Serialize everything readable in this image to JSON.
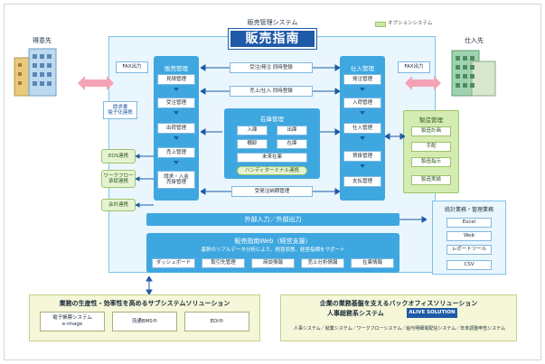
{
  "system_title": "販売管理システム",
  "logo_text": "販売指南",
  "legend": {
    "label": "オプションシステム",
    "color": "#cfe7a5"
  },
  "customer": {
    "label": "得意先",
    "icon": "building-icon"
  },
  "supplier": {
    "label": "仕入先",
    "icon": "building-icon"
  },
  "fax_left": "FAX出力",
  "fax_right": "FAX出力",
  "sales_lane": {
    "title": "販売管理",
    "items": [
      "見積管理",
      "受注管理",
      "出荷管理",
      "売上管理",
      "請求・入金\n売掛管理"
    ]
  },
  "purchase_lane": {
    "title": "仕入管理",
    "items": [
      "発注管理",
      "入荷管理",
      "仕入管理",
      "買掛管理",
      "支払管理"
    ]
  },
  "center_top": {
    "order_sync": "受注/発注 同時登録",
    "sales_sync": "売上/仕入 同時登録"
  },
  "inventory": {
    "title": "在庫管理",
    "items": [
      "入庫",
      "出庫",
      "棚卸",
      "在庫",
      "未来在庫"
    ],
    "handy": "ハンディターミナル連携"
  },
  "order_delivery": "受発注納期管理",
  "left_options": {
    "billing": "請求書\n電子化連携",
    "eos": "EOS連携",
    "workflow": "ワークフロー\n承認連携",
    "accounting": "会計連携"
  },
  "manufacturing": {
    "title": "製造管理",
    "items": [
      "製造計画",
      "手配",
      "製造指示",
      "製造実績"
    ]
  },
  "external_io": "外部入力／外部出力",
  "web": {
    "title": "販売指南Web（経営支援）",
    "subtitle": "基幹のリアルデータ分析により、経営状態、経営指標をサポート",
    "items": [
      "ダッシュボード",
      "取引先管理",
      "商談情報",
      "売上分析情報",
      "在庫情報"
    ]
  },
  "stats": {
    "title": "統計業務・管理業務",
    "items": [
      "Excel",
      "Web",
      "レポートツール",
      "CSV"
    ]
  },
  "bottom_left": {
    "title": "業務の生産性・効率性を高めるサブシステムソリューション",
    "items": [
      "電子帳票システム\ne-image",
      "流通BMS®",
      "EDI®"
    ]
  },
  "bottom_right": {
    "title": "企業の業務基盤を支えるバックオフィスソリューション",
    "subtitle": "人事総務系システム",
    "brand": "ALIVE SOLUTION",
    "modules": "人事システム／就業システム／ワークフローシステム／給与明細電配信システム／年末調整申告システム"
  },
  "colors": {
    "lane": "#3fa7e0",
    "logo": "#1e5aa8",
    "panel": "#eaf6fd",
    "arrow": "#f4a3b6"
  }
}
